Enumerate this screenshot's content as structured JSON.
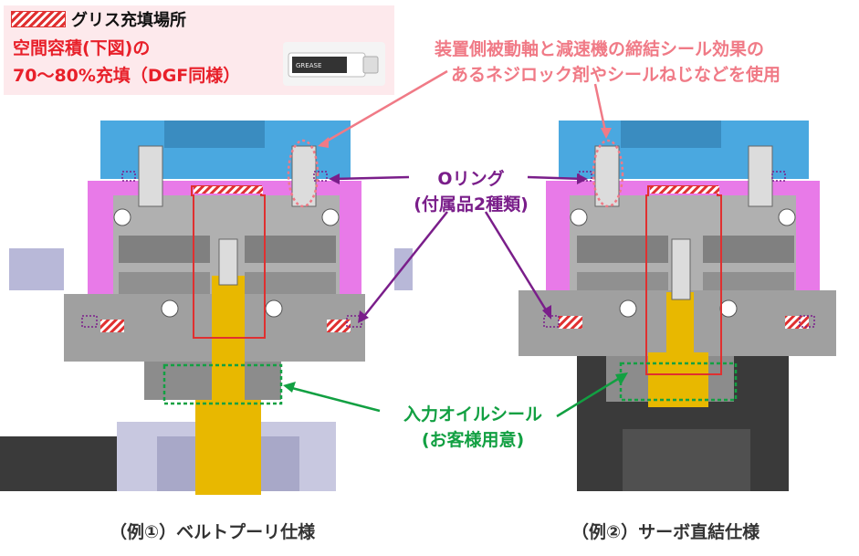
{
  "legend": {
    "title": "グリス充填場所",
    "line1": "空間容積(下図)の",
    "line2": "70～80%充填（DGF同様）",
    "tube_label": "GREASE"
  },
  "annotations": {
    "sealant_line1": "装置側被動軸と減速機の締結シール効果の",
    "sealant_line2": "あるネジロック剤やシールねじなどを使用",
    "oring_line1": "Oリング",
    "oring_line2": "(付属品2種類)",
    "oilseal_line1": "入力オイルシール",
    "oilseal_line2": "(お客様用意)"
  },
  "captions": {
    "left": "（例①）ベルトプーリ仕様",
    "right": "（例②）サーボ直結仕様"
  },
  "colors": {
    "blue": "#4aa8e0",
    "magenta": "#e87ae8",
    "gray": "#9a9a9a",
    "gold": "#e8b800",
    "red": "#e8202a",
    "pink": "#f07a86",
    "purple": "#7a1e8a",
    "green": "#12a042"
  }
}
